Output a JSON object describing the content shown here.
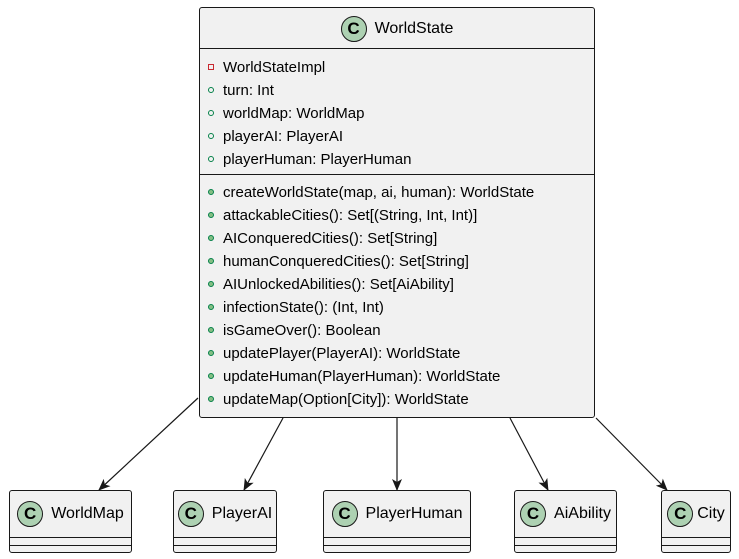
{
  "main_class": {
    "stereotype_letter": "C",
    "name": "WorldState",
    "fields": [
      {
        "visibility": "private",
        "text": "WorldStateImpl"
      },
      {
        "visibility": "public",
        "text": "turn: Int"
      },
      {
        "visibility": "public",
        "text": "worldMap: WorldMap"
      },
      {
        "visibility": "public",
        "text": "playerAI: PlayerAI"
      },
      {
        "visibility": "public",
        "text": "playerHuman: PlayerHuman"
      }
    ],
    "methods": [
      {
        "visibility": "public",
        "text": "createWorldState(map, ai, human): WorldState"
      },
      {
        "visibility": "public",
        "text": "attackableCities(): Set[(String, Int, Int)]"
      },
      {
        "visibility": "public",
        "text": "AIConqueredCities(): Set[String]"
      },
      {
        "visibility": "public",
        "text": "humanConqueredCities(): Set[String]"
      },
      {
        "visibility": "public",
        "text": "AIUnlockedAbilities(): Set[AiAbility]"
      },
      {
        "visibility": "public",
        "text": "infectionState(): (Int, Int)"
      },
      {
        "visibility": "public",
        "text": "isGameOver(): Boolean"
      },
      {
        "visibility": "public",
        "text": "updatePlayer(PlayerAI): WorldState"
      },
      {
        "visibility": "public",
        "text": "updateHuman(PlayerHuman): WorldState"
      },
      {
        "visibility": "public",
        "text": "updateMap(Option[City]): WorldState"
      }
    ]
  },
  "related_classes": [
    {
      "stereotype_letter": "C",
      "name": "WorldMap"
    },
    {
      "stereotype_letter": "C",
      "name": "PlayerAI"
    },
    {
      "stereotype_letter": "C",
      "name": "PlayerHuman"
    },
    {
      "stereotype_letter": "C",
      "name": "AiAbility"
    },
    {
      "stereotype_letter": "C",
      "name": "City"
    }
  ],
  "colors": {
    "class_fill": "#f1f1f1",
    "border": "#181818",
    "class_badge": "#add1b2",
    "private_marker": "#c82930",
    "public_marker": "#038048",
    "method_marker_fill": "#84be84",
    "arrow": "#181818"
  }
}
